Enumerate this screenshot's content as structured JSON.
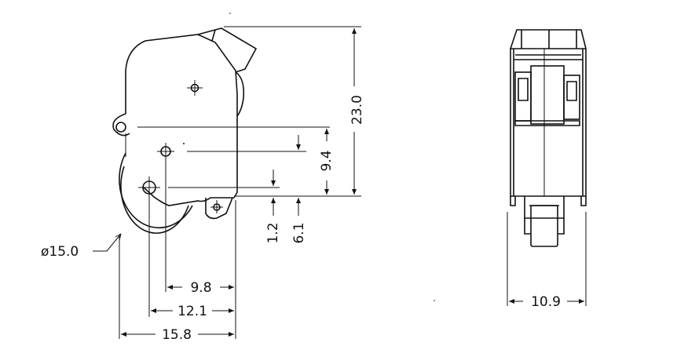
{
  "drawing": {
    "dimensions": {
      "diameter_wheel": "ø15.0",
      "width_9_8": "9.8",
      "width_12_1": "12.1",
      "width_15_8": "15.8",
      "height_23_0": "23.0",
      "height_9_4": "9.4",
      "height_1_2": "1.2",
      "height_6_1": "6.1",
      "width_side": "10.9"
    }
  }
}
